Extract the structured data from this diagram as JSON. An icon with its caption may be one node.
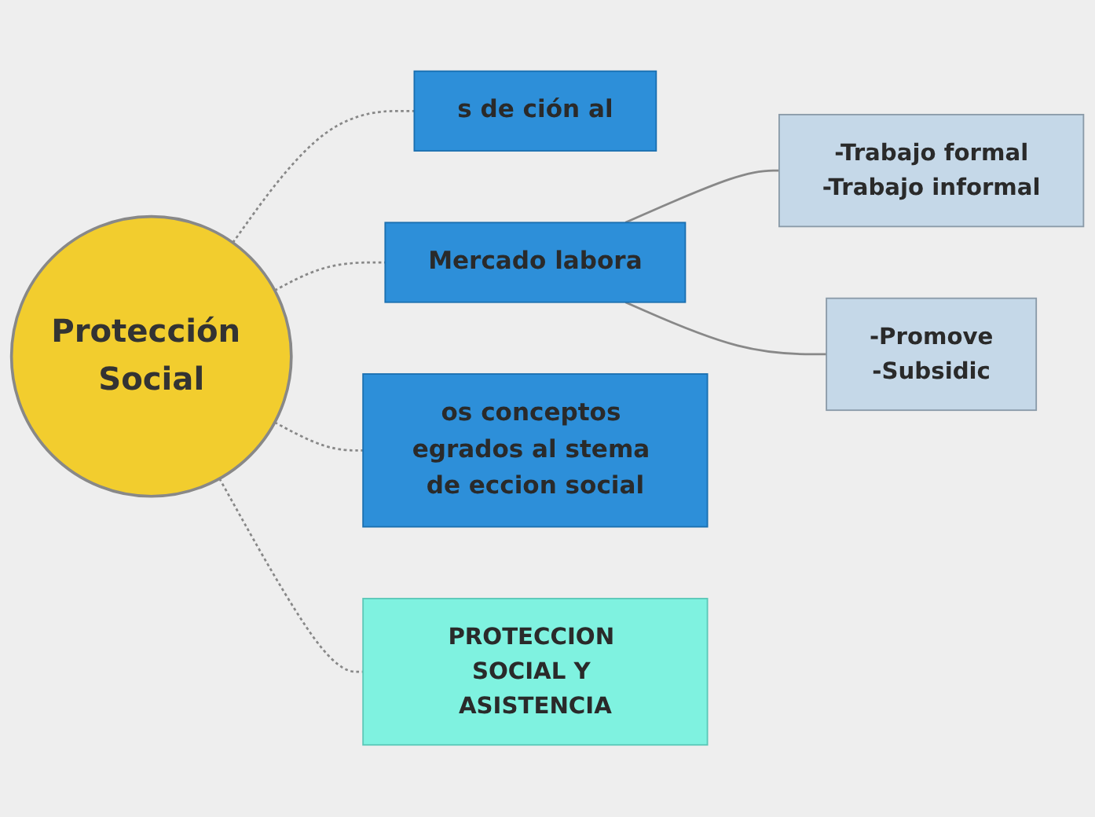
{
  "diagram": {
    "nodes": [
      {
        "text": [
          "Protección Social"
        ]
      },
      {
        "text": [
          "s de ción al"
        ]
      },
      {
        "text": [
          "Mercado labora"
        ]
      },
      {
        "text": [
          "-Trabajo formal",
          "-Trabajo informal"
        ]
      },
      {
        "text": [
          "-Promove",
          "-Subsidic"
        ]
      },
      {
        "text": [
          "os conceptos egrados al stema de eccion social"
        ]
      },
      {
        "text": [
          "PROTECCION SOCIAL Y ASISTENCIA"
        ]
      }
    ],
    "edges": [
      {
        "from": 0,
        "to": 1,
        "arrow": "none",
        "style": "dashed"
      },
      {
        "from": 0,
        "to": 2,
        "arrow": "none",
        "style": "dashed"
      },
      {
        "from": 2,
        "to": 3,
        "arrow": "none"
      },
      {
        "from": 2,
        "to": 4,
        "arrow": "none"
      },
      {
        "from": 0,
        "to": 5,
        "arrow": "none",
        "style": "dashed"
      },
      {
        "from": 0,
        "to": 6,
        "arrow": "none",
        "style": "dashed"
      }
    ]
  }
}
